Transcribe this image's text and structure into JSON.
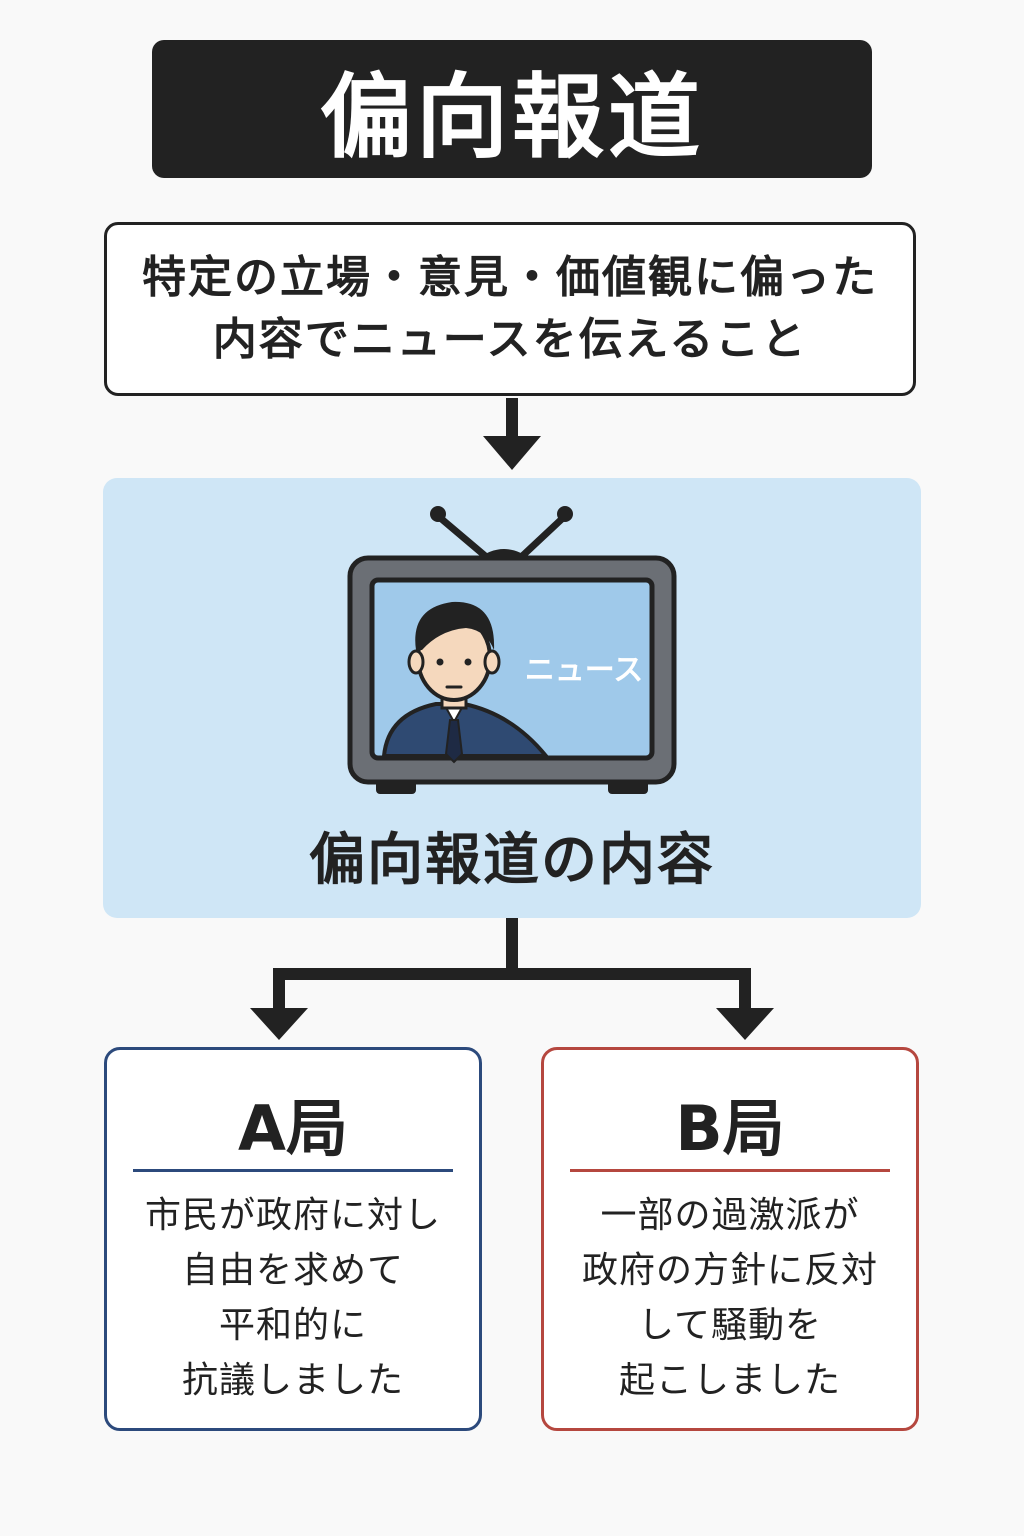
{
  "title": "偏向報道",
  "definition": {
    "line1": "特定の立場・意見・価値観に偏った",
    "line2": "内容でニュースを伝えること"
  },
  "panel": {
    "tv_screen_text": "ニュース",
    "label": "偏向報道の内容"
  },
  "stations": [
    {
      "name": "A局",
      "lines": [
        "市民が政府に対し",
        "自由を求めて",
        "平和的に",
        "抗議しました"
      ],
      "color": "#2c4a7c"
    },
    {
      "name": "B局",
      "lines": [
        "一部の過激派が",
        "政府の方針に反対",
        "して騒動を",
        "起こしました"
      ],
      "color": "#b5473f"
    }
  ],
  "colors": {
    "title_bg": "#222222",
    "panel_bg": "#cfe6f6",
    "screen_bg": "#9fc9ea",
    "tv_frame": "#6b6f75"
  },
  "icons": [
    "arrow-down-icon",
    "television-icon",
    "news-anchor-icon"
  ]
}
